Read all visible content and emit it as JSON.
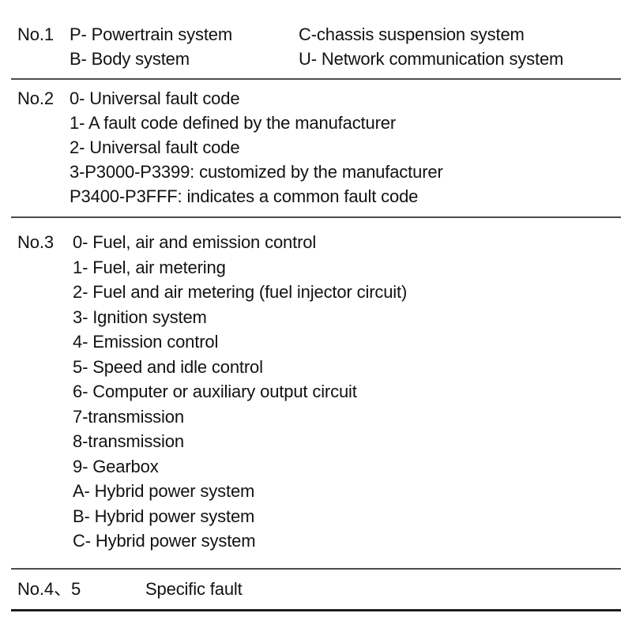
{
  "document": {
    "title": "OBD fault code structure reference table",
    "text_color": "#121212",
    "rule_color": "#4c4c4c",
    "bottom_rule_color": "#1d1d1d",
    "background": "#ffffff"
  },
  "sections": [
    {
      "id": "no-1",
      "label": "No.1",
      "layout": "two-column",
      "column_left": [
        "P- Powertrain system",
        "B- Body system"
      ],
      "column_right": [
        "C-chassis suspension system",
        "U- Network communication system"
      ]
    },
    {
      "id": "no-2",
      "label": "No.2",
      "layout": "single-column",
      "lines": [
        "0- Universal fault code",
        "1- A fault code defined by the manufacturer",
        "2- Universal fault code",
        "3-P3000-P3399: customized by the manufacturer",
        "P3400-P3FFF: indicates a common fault code"
      ]
    },
    {
      "id": "no-3",
      "label": "No.3",
      "layout": "single-column",
      "lines": [
        "0- Fuel, air and emission control",
        "1- Fuel, air metering",
        "2- Fuel and air metering (fuel injector circuit)",
        "3- Ignition system",
        "4- Emission control",
        "5- Speed and idle control",
        "6- Computer or auxiliary output circuit",
        "7-transmission",
        "8-transmission",
        "9- Gearbox",
        "A- Hybrid power system",
        "B- Hybrid power system",
        "C- Hybrid power system"
      ]
    },
    {
      "id": "no-4-5",
      "label": "No.4、5",
      "layout": "single-column",
      "lines": [
        "Specific fault"
      ]
    }
  ]
}
